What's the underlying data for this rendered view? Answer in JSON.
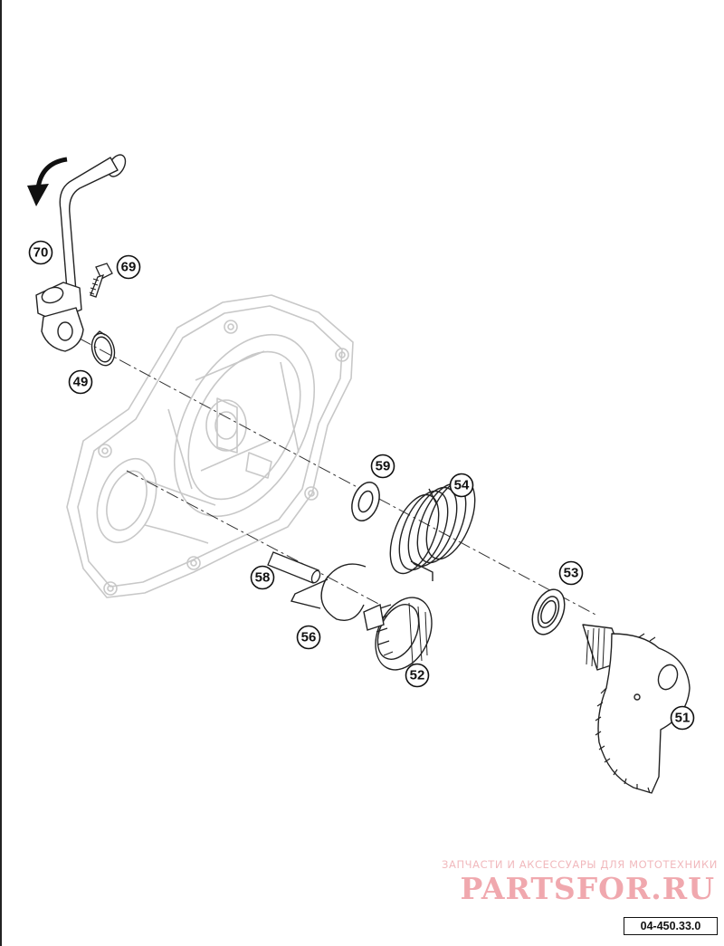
{
  "parts": [
    {
      "id": "70",
      "label": "70"
    },
    {
      "id": "69",
      "label": "69"
    },
    {
      "id": "49",
      "label": "49"
    },
    {
      "id": "59",
      "label": "59"
    },
    {
      "id": "54",
      "label": "54"
    },
    {
      "id": "58",
      "label": "58"
    },
    {
      "id": "53",
      "label": "53"
    },
    {
      "id": "56",
      "label": "56"
    },
    {
      "id": "52",
      "label": "52"
    },
    {
      "id": "51",
      "label": "51"
    }
  ],
  "watermark": {
    "caption": "ЗАПЧАСТИ И АКСЕССУАРЫ ДЛЯ МОТОТЕХНИКИ",
    "logo": "PARTSFOR.RU"
  },
  "reference_code": "04-450.33.0",
  "colors": {
    "line": "#222222",
    "cover": "#c8c8c8",
    "watermark": "#f0a8ae"
  },
  "icons": {
    "rotation_arrow": "curved-arrow-icon"
  }
}
